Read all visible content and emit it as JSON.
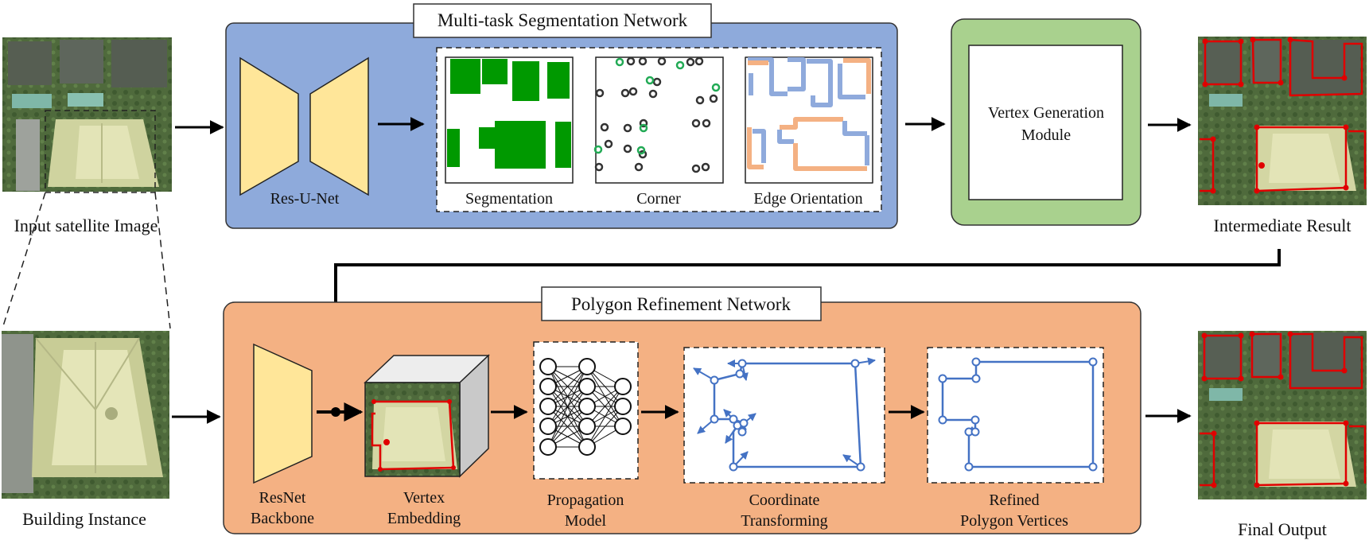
{
  "top_panel": {
    "title": "Multi-task Segmentation Network"
  },
  "bottom_panel": {
    "title": "Polygon Refinement Network"
  },
  "labels": {
    "input_image": "Input satellite Image",
    "building_instance": "Building Instance",
    "res_unet": "Res-U-Net",
    "segmentation": "Segmentation",
    "corner": "Corner",
    "edge_orientation": "Edge Orientation",
    "vertex_gen_line1": "Vertex Generation",
    "vertex_gen_line2": "Module",
    "intermediate": "Intermediate Result",
    "resnet_line1": "ResNet",
    "resnet_line2": "Backbone",
    "vertex_emb_line1": "Vertex",
    "vertex_emb_line2": "Embedding",
    "propagation_line1": "Propagation",
    "propagation_line2": "Model",
    "coord_line1": "Coordinate",
    "coord_line2": "Transforming",
    "refined_line1": "Refined",
    "refined_line2": "Polygon Vertices",
    "final_output": "Final Output"
  },
  "colors": {
    "top_panel": "#8eaadb",
    "bottom_panel": "#f4b183",
    "vertex_module": "#a9d18e",
    "encoder": "#ffe699",
    "segmentation_fill": "#009900",
    "edge_blue": "#8faadc",
    "edge_orange": "#f4b183",
    "polygon_blue": "#4472c4",
    "vertex_red": "#e00000"
  }
}
